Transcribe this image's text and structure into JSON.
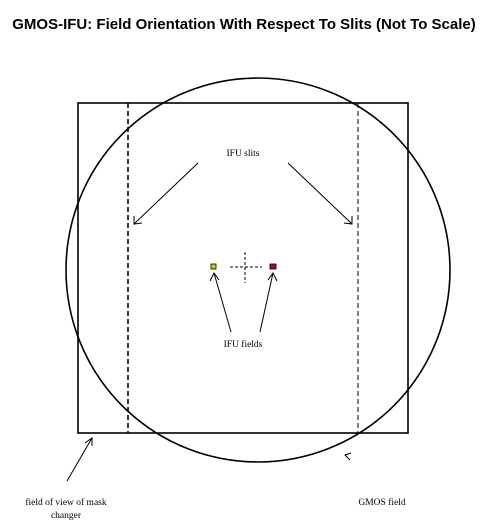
{
  "title": "GMOS-IFU: Field Orientation With Respect To Slits (Not To Scale)",
  "labels": {
    "ifu_slits": "IFU slits",
    "ifu_fields": "IFU fields",
    "mask_changer_line1": "field of view of mask",
    "mask_changer_line2": "changer",
    "gmos_field": "GMOS field"
  },
  "colors": {
    "line": "#000000",
    "ifu_field_left": "#c8d400",
    "ifu_field_right": "#b0003a"
  }
}
